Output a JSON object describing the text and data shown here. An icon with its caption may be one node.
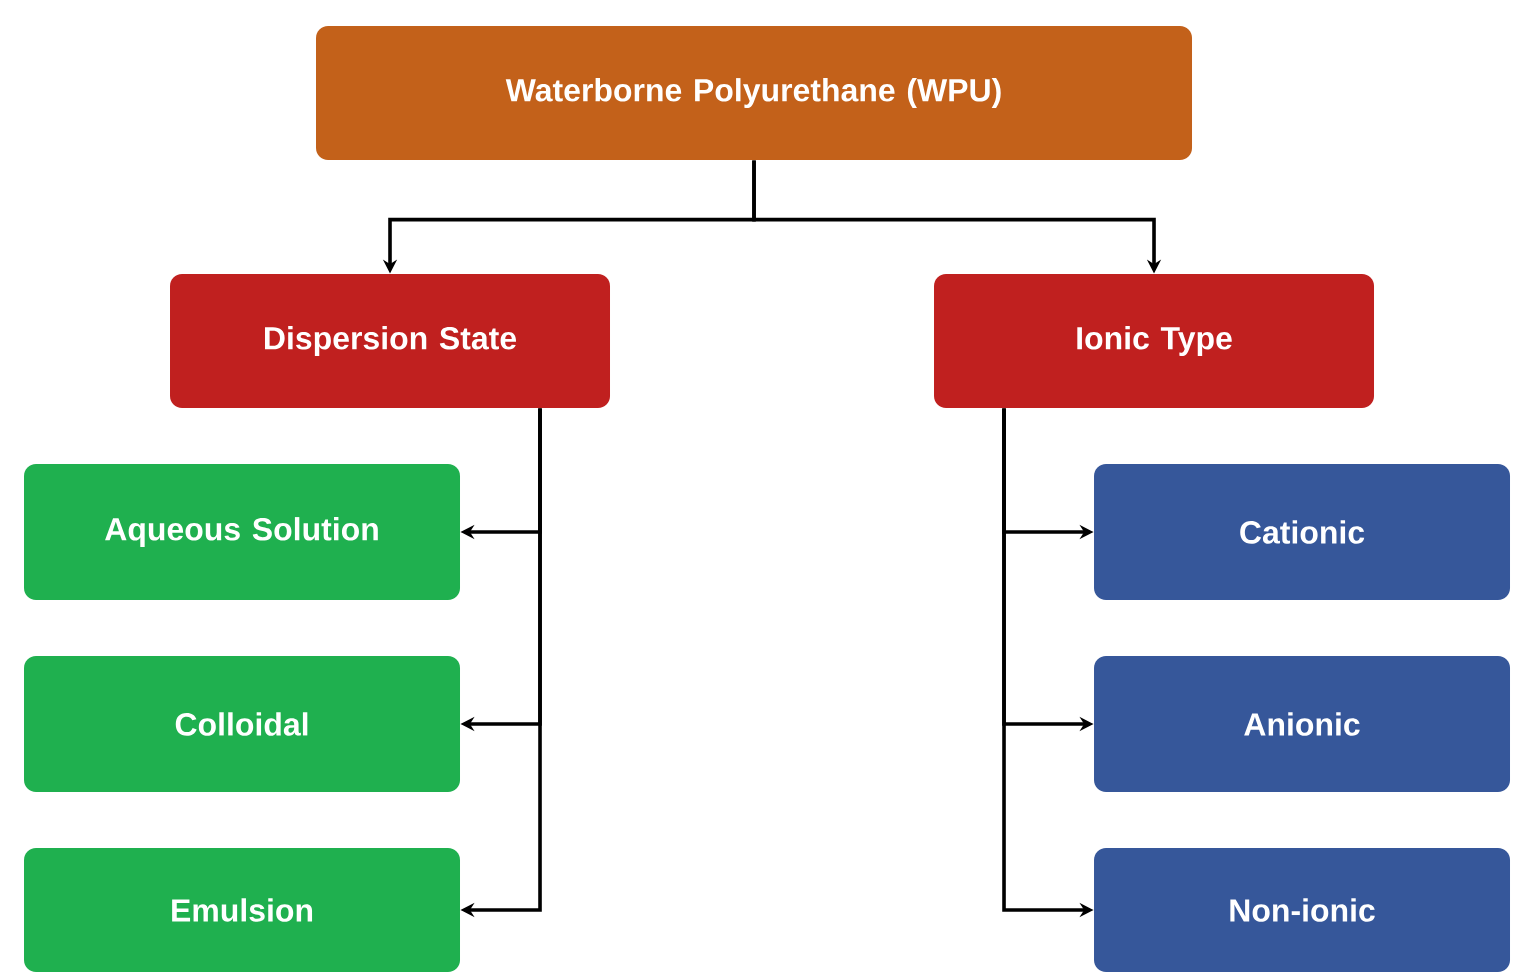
{
  "diagram": {
    "nodes": [
      {
        "text": [
          "Waterborne Polyurethane (WPU)"
        ]
      },
      {
        "text": [
          "Dispersion State"
        ]
      },
      {
        "text": [
          "Ionic Type"
        ]
      },
      {
        "text": [
          "Aqueous Solution"
        ]
      },
      {
        "text": [
          "Colloidal"
        ]
      },
      {
        "text": [
          "Emulsion"
        ]
      },
      {
        "text": [
          "Cationic"
        ]
      },
      {
        "text": [
          "Anionic"
        ]
      },
      {
        "text": [
          "Non-ionic"
        ]
      }
    ],
    "edges": [
      {
        "from": 0,
        "to": 1,
        "arrow": "to"
      },
      {
        "from": 0,
        "to": 2,
        "arrow": "to"
      },
      {
        "from": 1,
        "to": 3,
        "arrow": "to"
      },
      {
        "from": 1,
        "to": 4,
        "arrow": "to"
      },
      {
        "from": 1,
        "to": 5,
        "arrow": "to"
      },
      {
        "from": 2,
        "to": 6,
        "arrow": "to"
      },
      {
        "from": 2,
        "to": 7,
        "arrow": "to"
      },
      {
        "from": 2,
        "to": 8,
        "arrow": "to"
      }
    ]
  }
}
